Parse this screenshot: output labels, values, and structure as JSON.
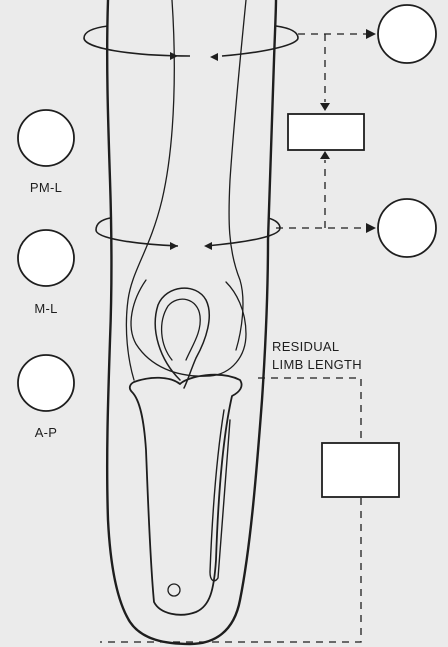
{
  "diagram": {
    "colors": {
      "background": "#ebebeb",
      "stroke": "#1e1e1e",
      "fill": "#ffffff"
    },
    "left_labels": [
      {
        "id": "pm-l",
        "text": "PM-L"
      },
      {
        "id": "m-l",
        "text": "M-L"
      },
      {
        "id": "a-p",
        "text": "A-P"
      }
    ],
    "residual_limb_length": {
      "line1": "RESIDUAL",
      "line2": "LIMB LENGTH"
    }
  }
}
